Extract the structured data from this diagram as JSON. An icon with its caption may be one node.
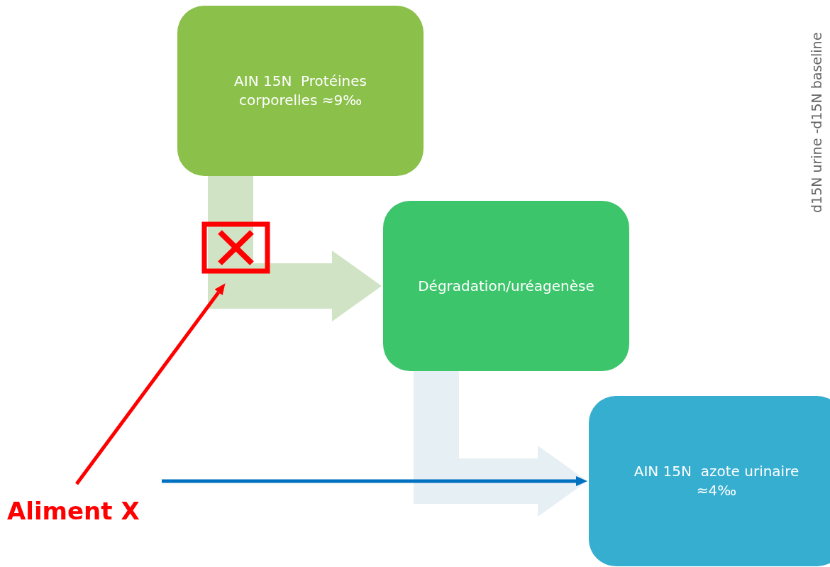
{
  "diagram": {
    "nodes": [
      {
        "text": [
          "AIN 15N  Protéines corporelles ≈9‰"
        ]
      },
      {
        "text": [
          "Dégradation/uréagenèse"
        ]
      },
      {
        "text": [
          "AIN 15N  azote urinaire ≈4‰"
        ]
      },
      {
        "text": [
          "Aliment X"
        ]
      }
    ],
    "edges": [
      {
        "from": 0,
        "to": 1,
        "arrow": "to",
        "style": "thick",
        "color": "#d0e3c4"
      },
      {
        "from": 1,
        "to": 2,
        "arrow": "to",
        "style": "thick",
        "color": "#e6eff4"
      },
      {
        "from": 3,
        "to": null,
        "arrow": "to",
        "color": "#ff0000"
      },
      {
        "from": 3,
        "to": 2,
        "arrow": "to",
        "color": "#0070c0"
      }
    ],
    "labels": [
      "d15N urine -d15N baseline"
    ]
  }
}
